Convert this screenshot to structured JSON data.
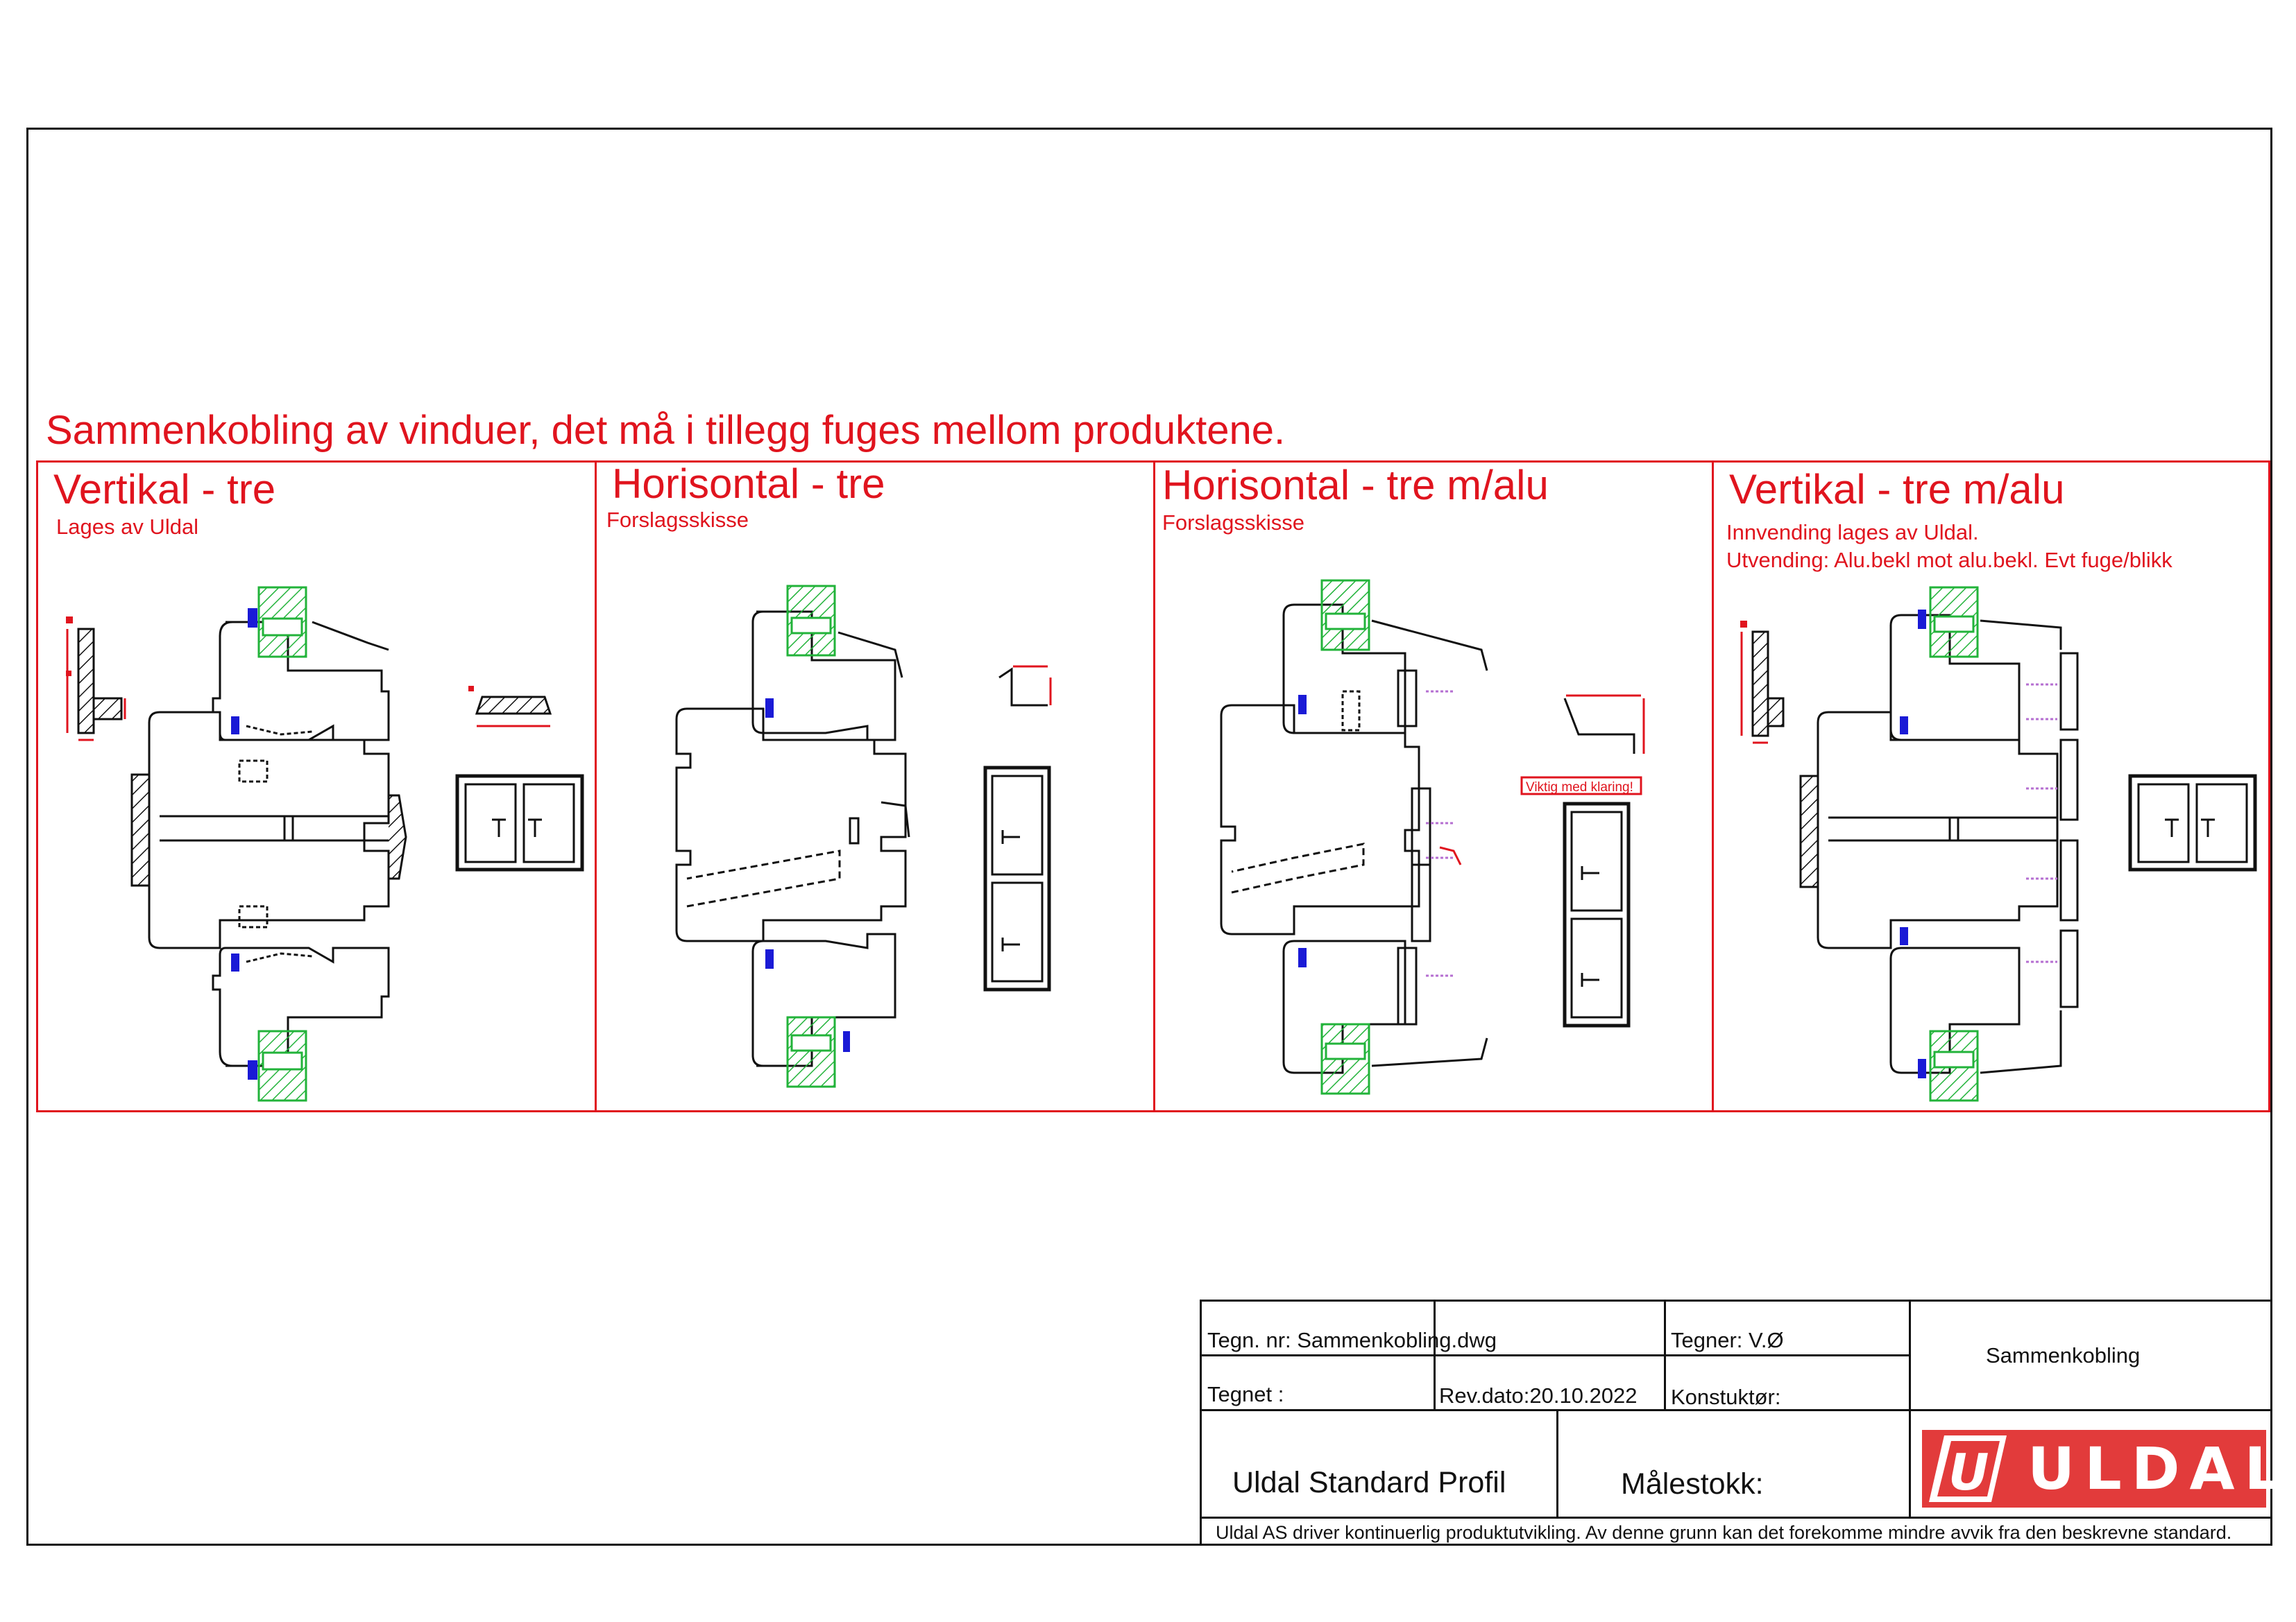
{
  "main_title": "Sammenkobling av vinduer, det må i tillegg fuges mellom produktene.",
  "panels": [
    {
      "title": "Vertikal - tre",
      "subtitle": "Lages av Uldal",
      "note": ""
    },
    {
      "title": "Horisontal - tre",
      "subtitle": "Forslagsskisse",
      "note": ""
    },
    {
      "title": "Horisontal - tre m/alu",
      "subtitle": "Forslagsskisse",
      "note": ""
    },
    {
      "title": "Vertikal - tre m/alu",
      "subtitle": "Innvending lages av Uldal.",
      "note": "Utvending: Alu.bekl mot alu.bekl. Evt fuge/blikk"
    }
  ],
  "callout": "Viktig med klaring!",
  "title_block": {
    "drawing_no": "Tegn. nr: Sammenkobling.dwg",
    "drawn_by": "Tegner: V.Ø",
    "drawn": "Tegnet :",
    "rev_date": "Rev.dato:20.10.2022",
    "designer": "Konstuktør:",
    "name": "Sammenkobling",
    "profile": "Uldal Standard Profil",
    "scale": "Målestokk:",
    "logo_mark": "U",
    "logo_text": "ULDAL",
    "disclaimer": "Uldal AS driver kontinuerlig produktutvikling. Av denne grunn kan det forekomme mindre avvik fra den beskrevne standard."
  },
  "colors": {
    "accent": "#e0141e",
    "line": "#111111",
    "glass": "#22b33a",
    "seal": "#1a1ad6",
    "screw": "#b56fd1",
    "logo": "#e23b3b"
  }
}
